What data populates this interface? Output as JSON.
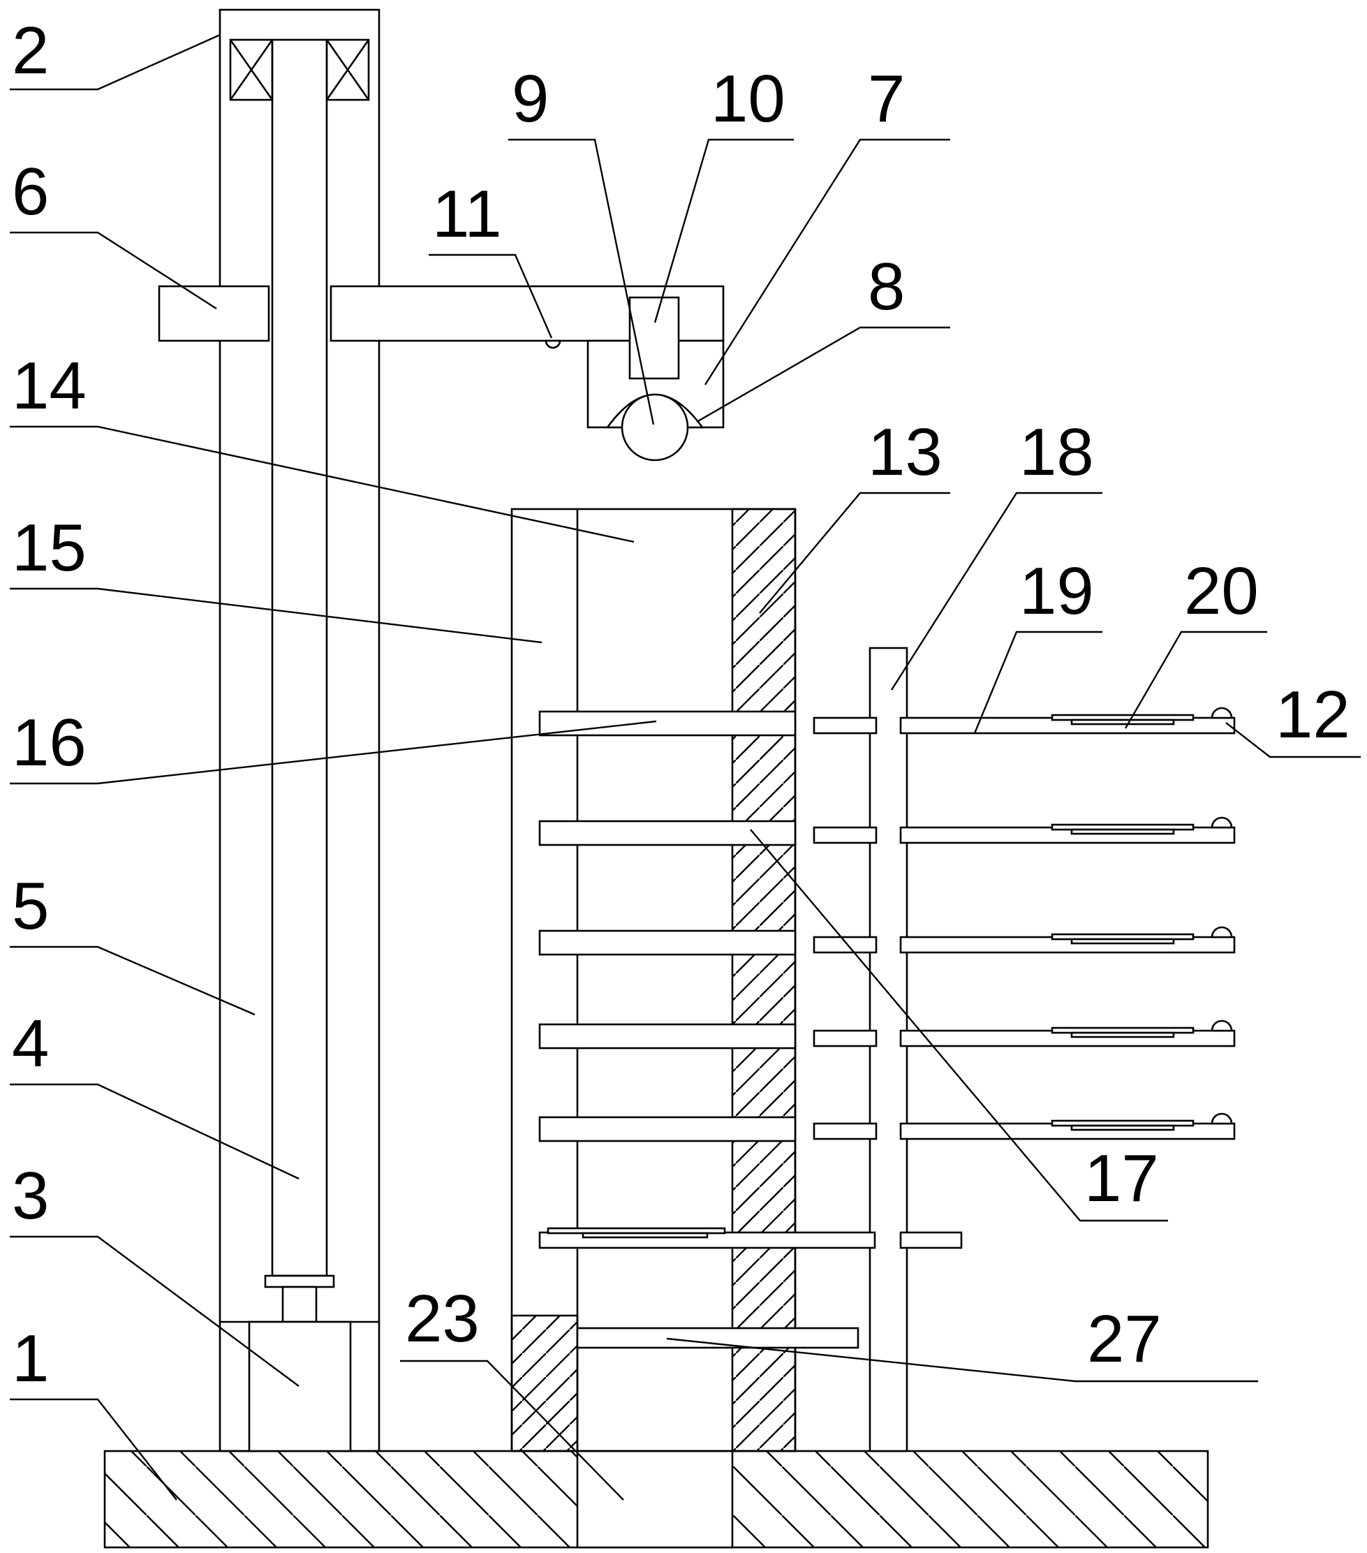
{
  "colors": {
    "line": "#000000",
    "background": "#ffffff"
  },
  "labels": {
    "l1": "1",
    "l2": "2",
    "l3": "3",
    "l4": "4",
    "l5": "5",
    "l6": "6",
    "l7": "7",
    "l8": "8",
    "l9": "9",
    "l10": "10",
    "l11": "11",
    "l12": "12",
    "l13": "13",
    "l14": "14",
    "l15": "15",
    "l16": "16",
    "l17": "17",
    "l18": "18",
    "l19": "19",
    "l20": "20",
    "l23": "23",
    "l27": "27"
  }
}
